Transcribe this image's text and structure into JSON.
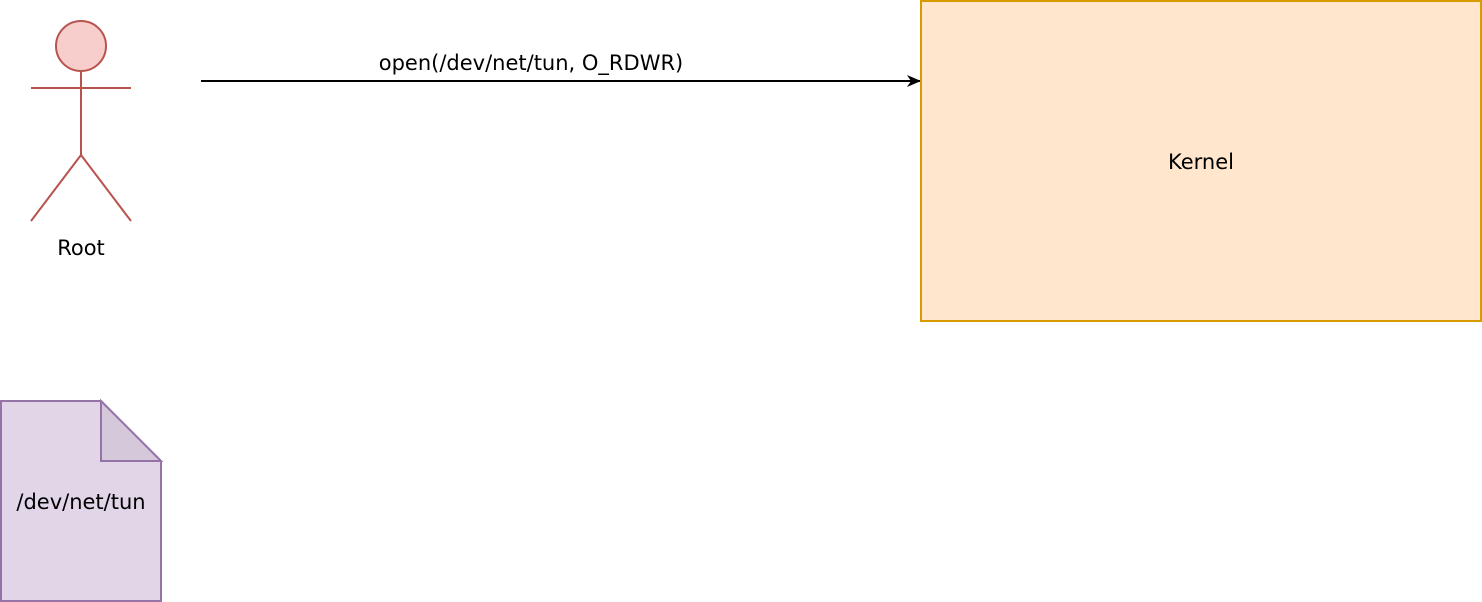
{
  "actor": {
    "label": "Root",
    "fill": "#f8cecc",
    "stroke": "#b85450"
  },
  "edge": {
    "label": "open(/dev/net/tun, O_RDWR)",
    "color": "#000000"
  },
  "kernel": {
    "label": "Kernel",
    "fill": "#ffe6cc",
    "stroke": "#d79b00"
  },
  "file": {
    "label": "/dev/net/tun",
    "fill": "#e1d5e7",
    "stroke": "#9673a6"
  }
}
